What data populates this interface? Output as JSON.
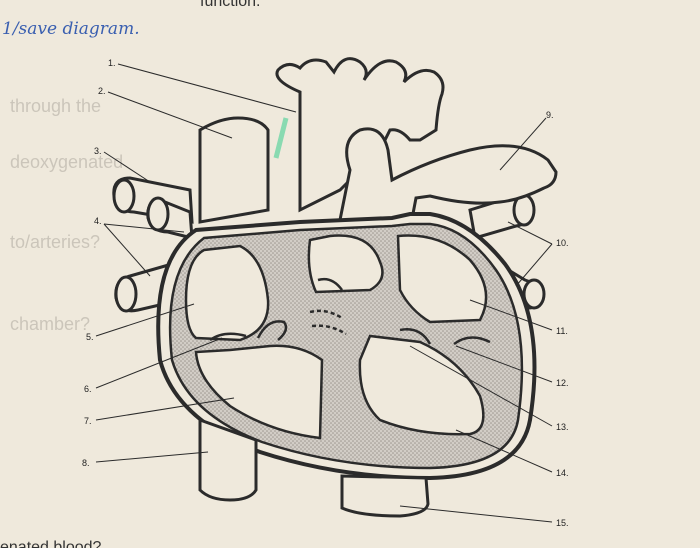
{
  "header": {
    "handwritten_note": "1/save diagram.",
    "cut_off_top_text": "function."
  },
  "footer": {
    "cut_off_bottom_text": "enated blood?"
  },
  "diagram": {
    "labels": [
      "1.",
      "2.",
      "3.",
      "4.",
      "5.",
      "6.",
      "7.",
      "8.",
      "9.",
      "10.",
      "11.",
      "12.",
      "13.",
      "14.",
      "15."
    ]
  },
  "colors": {
    "paper": "#efe9dc",
    "outline": "#2b2b2b",
    "stipple": "#c9c4bd",
    "highlight": "#6fd6a6",
    "pen": "#3a5fb0"
  }
}
